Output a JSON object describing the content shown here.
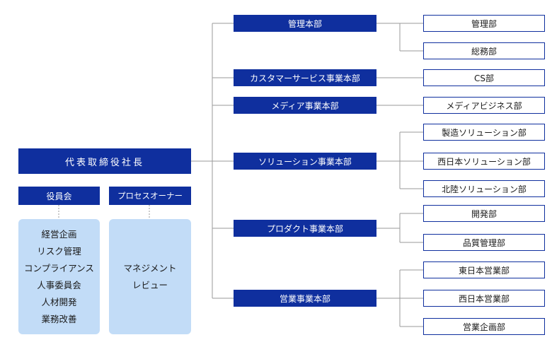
{
  "ceo": {
    "label": "代表取締役社長"
  },
  "board": {
    "label": "役員会"
  },
  "process_owner": {
    "label": "プロセスオーナー"
  },
  "board_committees": [
    "経営企画",
    "リスク管理",
    "コンプライアンス",
    "人事委員会",
    "人材開発",
    "業務改善"
  ],
  "process_owner_roles": [
    "マネジメント",
    "レビュー"
  ],
  "headquarters": [
    {
      "label": "管理本部"
    },
    {
      "label": "カスタマーサービス事業本部"
    },
    {
      "label": "メディア事業本部"
    },
    {
      "label": "ソリューション事業本部"
    },
    {
      "label": "プロダクト事業本部"
    },
    {
      "label": "営業事業本部"
    }
  ],
  "departments": [
    {
      "label": "管理部"
    },
    {
      "label": "総務部"
    },
    {
      "label": "CS部"
    },
    {
      "label": "メディアビジネス部"
    },
    {
      "label": "製造ソリューション部"
    },
    {
      "label": "西日本ソリューション部"
    },
    {
      "label": "北陸ソリューション部"
    },
    {
      "label": "開発部"
    },
    {
      "label": "品質管理部"
    },
    {
      "label": "東日本営業部"
    },
    {
      "label": "西日本営業部"
    },
    {
      "label": "営業企画部"
    }
  ],
  "colors": {
    "navy": "#0f2f9e",
    "light_blue": "#c2dcf7",
    "line": "#999999"
  }
}
